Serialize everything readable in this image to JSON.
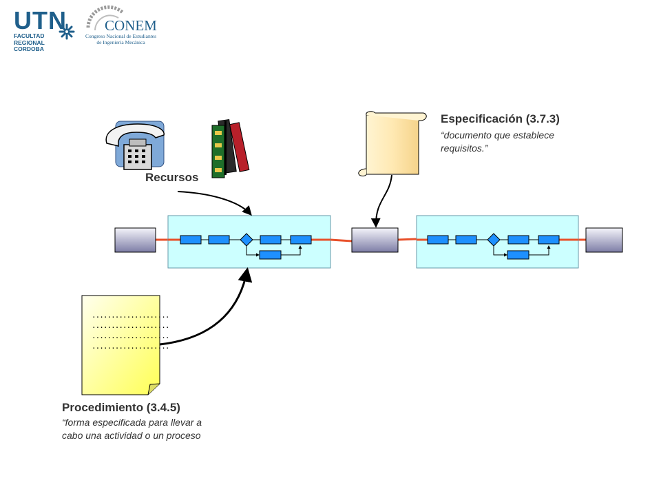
{
  "header": {
    "utn_logo": {
      "letters": "UTN",
      "line1": "FACULTAD",
      "line2": "REGIONAL",
      "line3": "CORDOBA",
      "emblem_icon": "utn-emblem-icon"
    },
    "conem_logo": {
      "name": "CONEM",
      "line1": "Congreso Nacional de Estudiantes",
      "line2": "de Ingeniería Mecánica",
      "emblem_icon": "gear-arc-icon"
    }
  },
  "labels": {
    "resources": "Recursos",
    "specification_title": "Especificación (3.7.3)",
    "specification_quote_line1": "“documento que establece",
    "specification_quote_line2": "requisitos.”",
    "procedure_title": "Procedimiento (3.4.5)",
    "procedure_quote_line1": "“forma especificada para llevar a",
    "procedure_quote_line2": "cabo una actividad o un proceso"
  },
  "document": {
    "lines": [
      "....................",
      "....................",
      "....................",
      "...................."
    ]
  },
  "icons": {
    "telephone": "telephone-icon",
    "books": "books-icon",
    "scroll": "scroll-icon",
    "document": "document-icon"
  },
  "colors": {
    "process_fill": "#ccffff",
    "step_fill": "#1e90ff",
    "flow_arrow": "#e8502a",
    "io_box_top": "#f2f2f8",
    "io_box_bottom": "#7f7fa6",
    "document_fill": "#ffff66",
    "scroll_fill": "#ffe9b0",
    "text": "#333333"
  }
}
